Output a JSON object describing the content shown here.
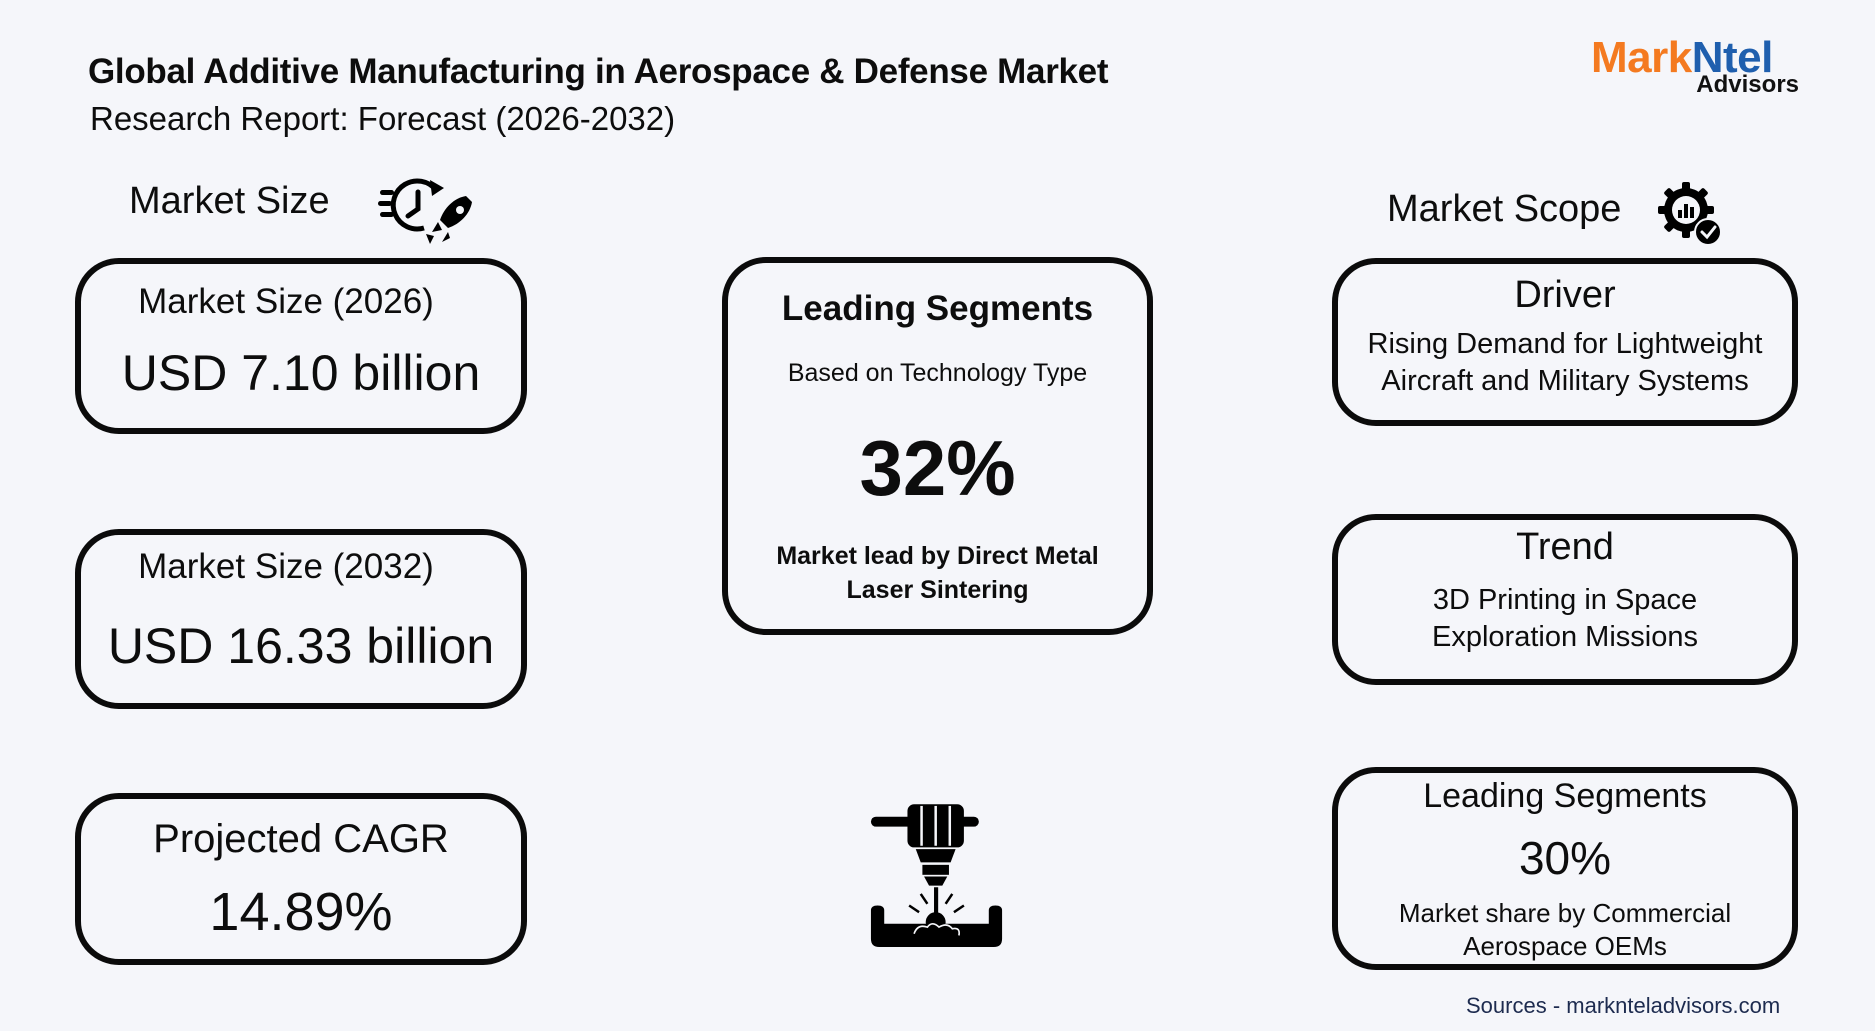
{
  "header": {
    "title": "Global Additive Manufacturing in Aerospace & Defense Market",
    "subtitle": "Research Report: Forecast (2026-2032)"
  },
  "logo": {
    "part1": "Mark",
    "part2": "Ntel",
    "part3": "Advisors",
    "colors": {
      "mark": "#f47a20",
      "ntel": "#1f5fae",
      "advisors": "#111111"
    }
  },
  "left": {
    "heading": "Market Size",
    "heading_icon": "clock-rocket-icon",
    "cards": [
      {
        "label": "Market Size (2026)",
        "value": "USD 7.10 billion"
      },
      {
        "label": "Market Size (2032)",
        "value": "USD 16.33 billion"
      },
      {
        "label": "Projected CAGR",
        "value": "14.89%"
      }
    ]
  },
  "center": {
    "card": {
      "heading": "Leading Segments",
      "subheading": "Based on Technology Type",
      "value": "32%",
      "description": "Market lead by Direct Metal Laser Sintering"
    },
    "icon": "laser-sintering-printer-icon"
  },
  "right": {
    "heading": "Market Scope",
    "heading_icon": "gear-chart-check-icon",
    "cards": [
      {
        "heading": "Driver",
        "text": "Rising Demand for Lightweight Aircraft and Military Systems"
      },
      {
        "heading": "Trend",
        "text": "3D Printing in Space Exploration Missions"
      },
      {
        "heading": "Leading Segments",
        "value": "30%",
        "text": "Market share by Commercial Aerospace OEMs"
      }
    ]
  },
  "footer": {
    "sources": "Sources - marknteladvisors.com"
  }
}
